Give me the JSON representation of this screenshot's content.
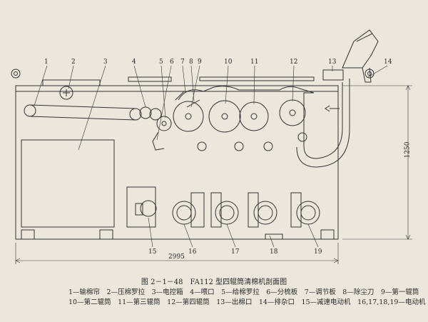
{
  "figure": {
    "caption": "图 2－1－48　FA112 型四辊筒清棉机剖面图",
    "legend_line1": "1—输棉帘　2—压棉罗拉　3—电控箱　4—喂口　5—给棉罗拉　6—分梳板　7—调节板　8—除尘刀　9—第一辊筒",
    "legend_line2": "10—第二辊筒　11—第三辊筒　12—第四辊筒　13—出棉口　14—排杂口　15—减速电动机　16,17,18,19—电动机"
  },
  "dimensions": {
    "length": "2995",
    "height": "1250"
  },
  "part_numbers": [
    "1",
    "2",
    "3",
    "4",
    "5",
    "6",
    "7",
    "8",
    "9",
    "10",
    "11",
    "12",
    "13",
    "14",
    "15",
    "16",
    "17",
    "18",
    "19"
  ]
}
